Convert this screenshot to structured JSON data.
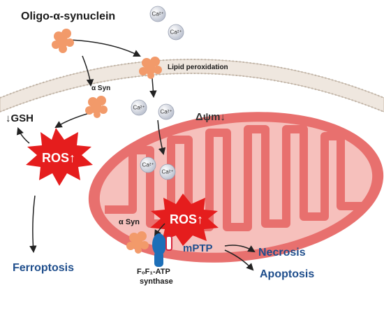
{
  "labels": {
    "oligo_synuclein": "Oligo-α-synuclein",
    "lipid_peroxidation": "Lipid peroxidation",
    "alpha_syn_top": "α Syn",
    "alpha_syn_mito": "α Syn",
    "gsh": "↓GSH",
    "ros_left": "ROS↑",
    "ros_right": "ROS↑",
    "membrane_potential": "Δψm↓",
    "mptp": "mPTP",
    "necrosis": "Necrosis",
    "apoptosis": "Apoptosis",
    "ferroptosis": "Ferroptosis",
    "atp_synthase_line1": "F₀F₁-ATP",
    "atp_synthase_line2": "synthase",
    "calcium": "Ca²⁺"
  },
  "colors": {
    "membrane_fill": "#efe7df",
    "membrane_line": "#c9bcae",
    "mito_outer": "#e8706e",
    "mito_inner": "#f6c0bc",
    "protein": "#f29a6a",
    "ros_burst": "#e51d1d",
    "text_blue": "#1f4e8c",
    "arrow": "#222222",
    "calcium_ball": "#dcdfe8"
  }
}
